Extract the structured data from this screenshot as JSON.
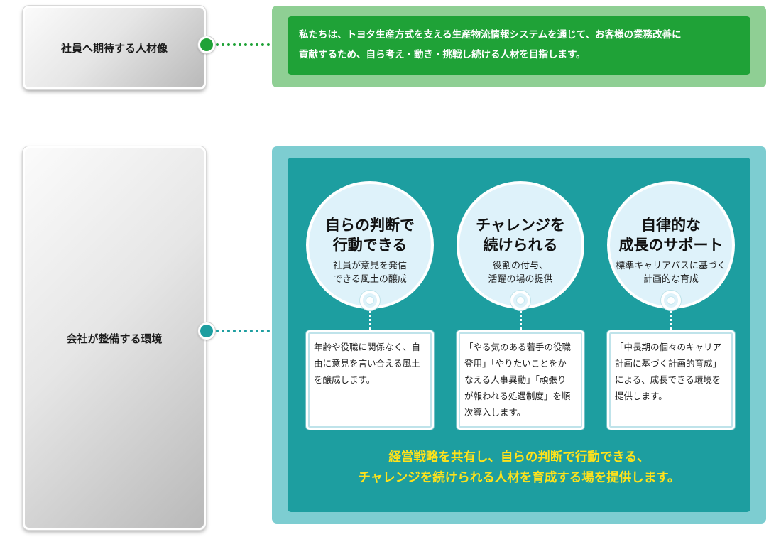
{
  "row1": {
    "label": "社員へ期待する人材像",
    "text_lines": [
      "私たちは、トヨタ生産方式を支える生産物流情報システムを通じて、お客様の業務改善に",
      "貢献するため、自ら考え・動き・挑戦し続ける人材を目指します。"
    ],
    "colors": {
      "panel_outer": "#8fcf94",
      "panel_inner": "#1fa237"
    }
  },
  "row2": {
    "label": "会社が整備する環境",
    "pillars": [
      {
        "title_lines": [
          "自らの判断で",
          "行動できる"
        ],
        "desc_lines": [
          "社員が意見を発信",
          "できる風土の醸成"
        ],
        "detail_lines": [
          "年齢や役職に関係なく、自",
          "由に意見を言い合える風土",
          "を醸成します。"
        ]
      },
      {
        "title_lines": [
          "チャレンジを",
          "続けられる"
        ],
        "desc_lines": [
          "役割の付与、",
          "活躍の場の提供"
        ],
        "detail_lines": [
          "「やる気のある若手の役職",
          "登用」「やりたいことをか",
          "なえる人事異動」「頑張り",
          "が報われる処遇制度」を順",
          "次導入します。"
        ]
      },
      {
        "title_lines": [
          "自律的な",
          "成長のサポート"
        ],
        "desc_lines": [
          "標準キャリアパスに基づく",
          "計画的な育成"
        ],
        "detail_lines": [
          "「中長期の個々のキャリア",
          "計画に基づく計画的育成」",
          "による、成長できる環境を",
          "提供します。"
        ]
      }
    ],
    "footer_lines": [
      "経営戦略を共有し、自らの判断で行動できる、",
      "チャレンジを続けられる人材を育成する場を提供します。"
    ],
    "colors": {
      "panel_outer": "#7dcdd1",
      "panel_inner": "#1d9ea0",
      "footer_text": "#ffe21a"
    }
  }
}
